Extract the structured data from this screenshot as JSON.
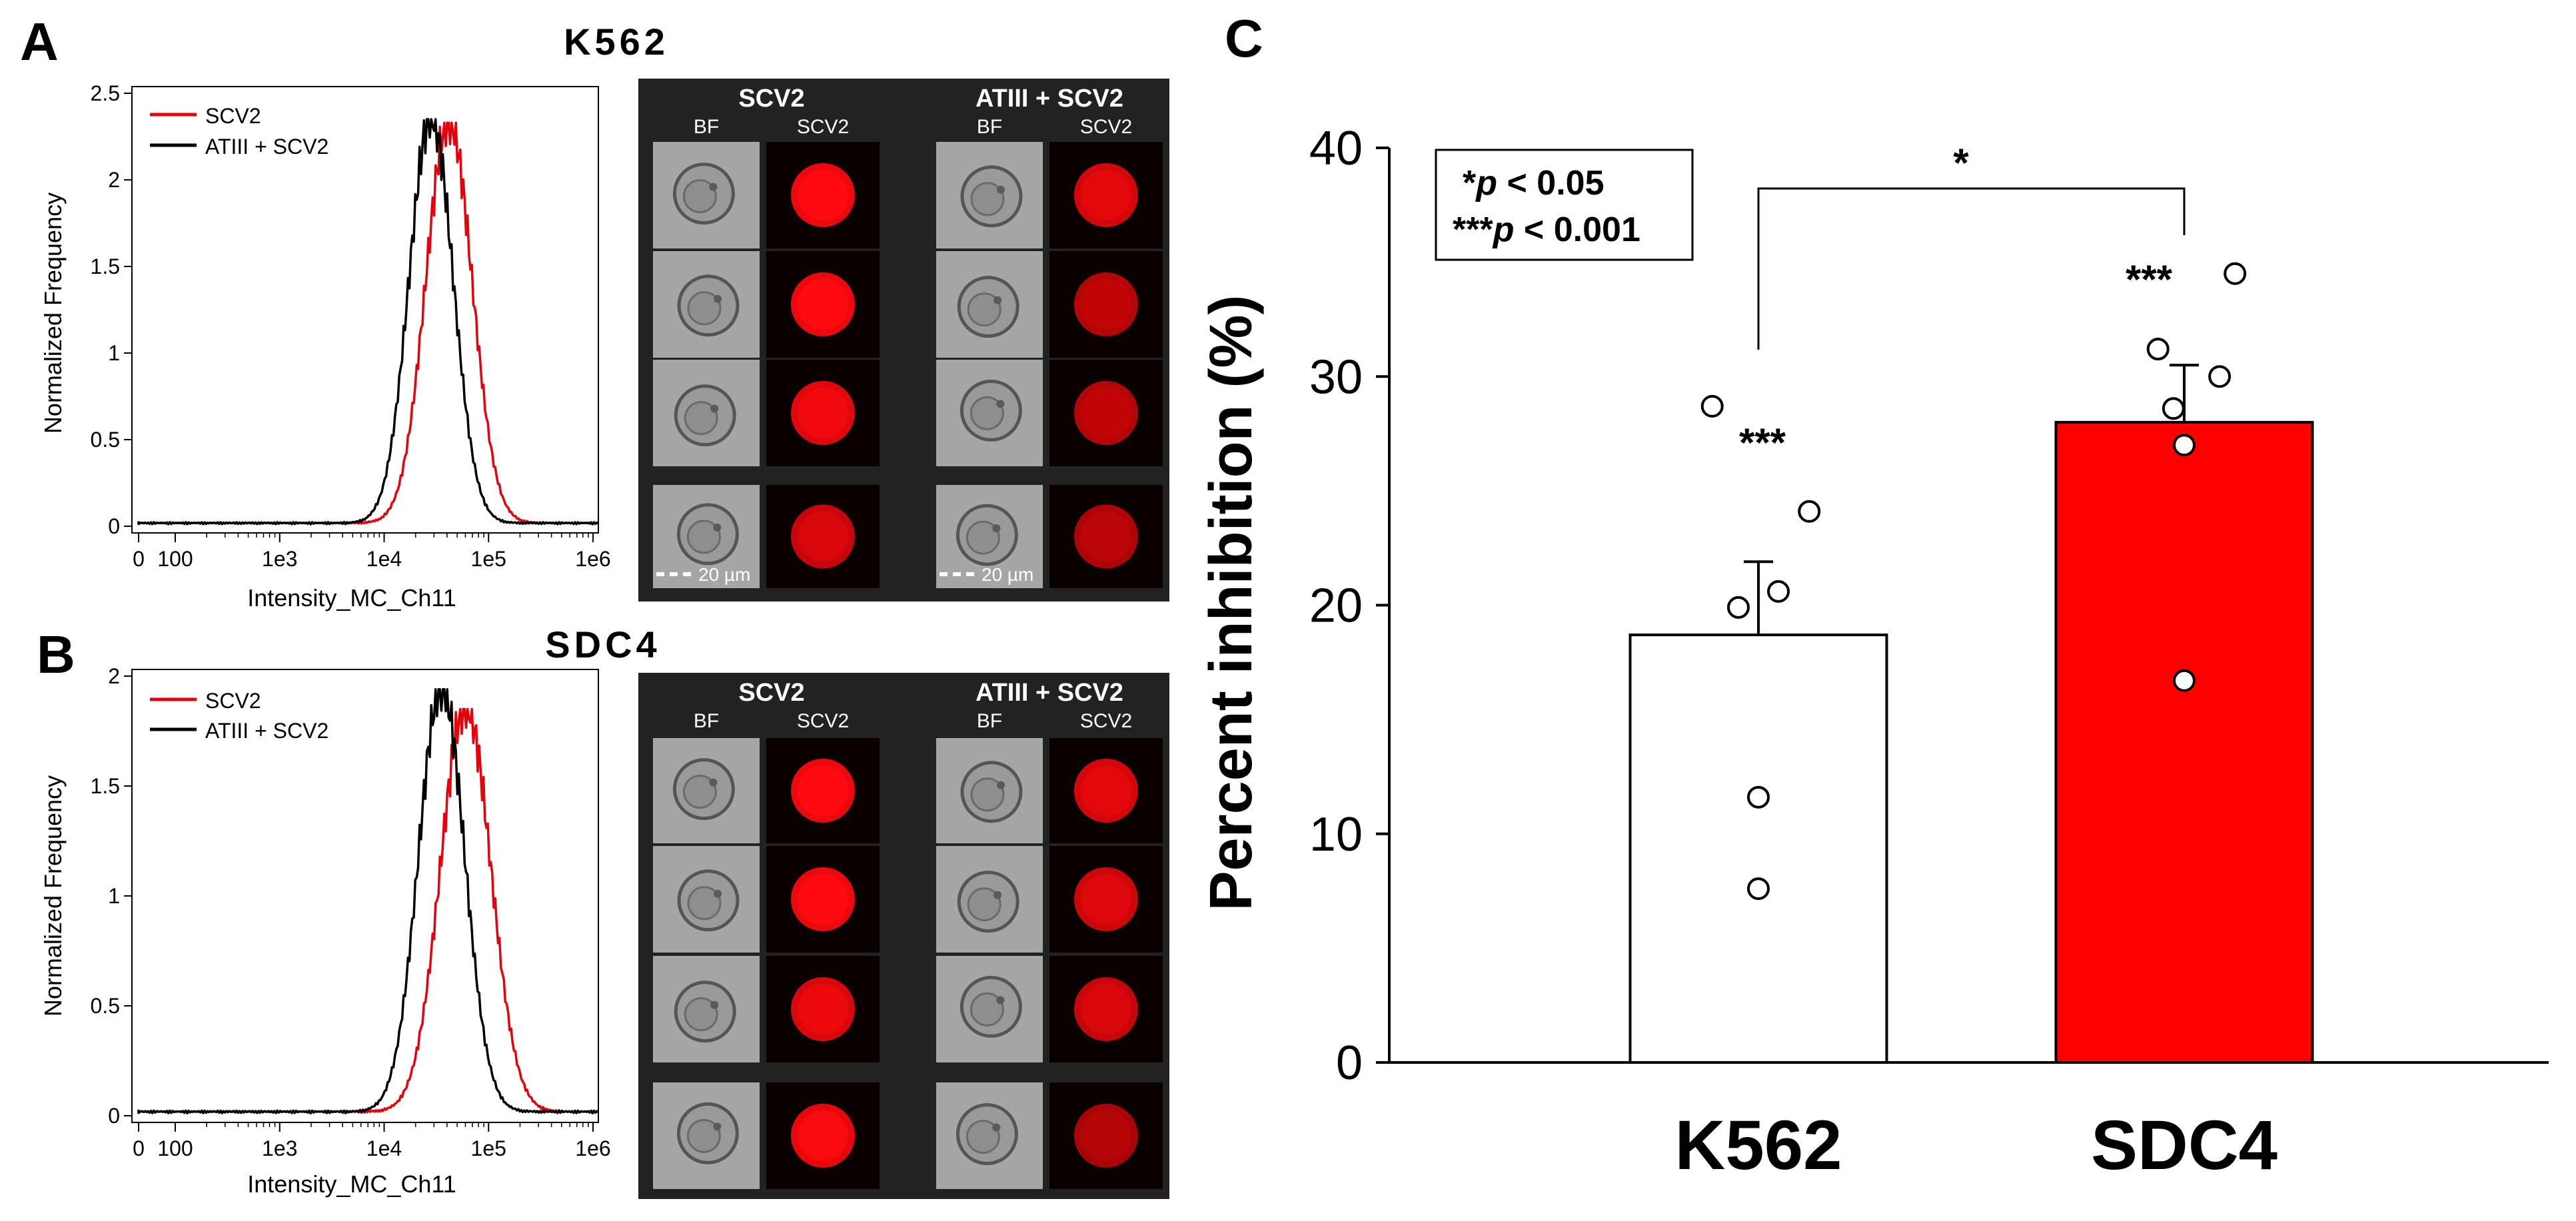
{
  "colors": {
    "red": "#e8000b",
    "black": "#000000",
    "bar_k562": "#ffffff",
    "bar_sdc4": "#ff0000",
    "gallery_bg": "#222222",
    "bf_cell_bg": "#a6a6a6",
    "fluor_bg": "#0a0000"
  },
  "panels": {
    "a_letter": "A",
    "b_letter": "B",
    "c_letter": "C",
    "a_title": "K562",
    "b_title": "SDC4"
  },
  "histograms": [
    {
      "id": "A",
      "ylabel": "Normalized Frequency",
      "xlabel": "Intensity_MC_Ch11",
      "yticks": [
        "0",
        "0.5",
        "1",
        "1.5",
        "2",
        "2.5"
      ],
      "ylim": [
        0,
        2.5
      ],
      "xticks": [
        "0",
        "100",
        "1e3",
        "1e4",
        "1e5",
        "1e6"
      ],
      "x_scale": "log (0 to 1e6)",
      "legend": [
        "SCV2",
        "ATIII + SCV2"
      ],
      "series": [
        {
          "name": "SCV2",
          "color": "#e8000b",
          "peak_log10_x": 4.62,
          "peak_y": 2.33,
          "spread_log10": 0.22
        },
        {
          "name": "ATIII + SCV2",
          "color": "#000000",
          "peak_log10_x": 4.45,
          "peak_y": 2.35,
          "spread_log10": 0.21
        }
      ]
    },
    {
      "id": "B",
      "ylabel": "Normalized Frequency",
      "xlabel": "Intensity_MC_Ch11",
      "yticks": [
        "0",
        "0.5",
        "1",
        "1.5",
        "2"
      ],
      "ylim": [
        0,
        2
      ],
      "xticks": [
        "0",
        "100",
        "1e3",
        "1e4",
        "1e5",
        "1e6"
      ],
      "x_scale": "log (0 to 1e6)",
      "legend": [
        "SCV2",
        "ATIII + SCV2"
      ],
      "series": [
        {
          "name": "SCV2",
          "color": "#e8000b",
          "peak_log10_x": 4.78,
          "peak_y": 1.85,
          "spread_log10": 0.24
        },
        {
          "name": "ATIII + SCV2",
          "color": "#000000",
          "peak_log10_x": 4.55,
          "peak_y": 1.94,
          "spread_log10": 0.22
        }
      ]
    }
  ],
  "galleries": [
    {
      "id": "A",
      "group1_title": "SCV2",
      "group2_title": "ATIII + SCV2",
      "col_bf": "BF",
      "col_scv2": "SCV2",
      "scale": "20 µm",
      "fluor_g1": [
        1.0,
        1.0,
        0.9,
        0.7
      ],
      "fluor_g2": [
        0.8,
        0.55,
        0.55,
        0.5
      ]
    },
    {
      "id": "B",
      "group1_title": "SCV2",
      "group2_title": "ATIII + SCV2",
      "col_bf": "BF",
      "col_scv2": "SCV2",
      "scale": "",
      "fluor_g1": [
        1.0,
        1.0,
        0.85,
        0.95
      ],
      "fluor_g2": [
        0.8,
        0.75,
        0.7,
        0.45
      ]
    }
  ],
  "chart_data": {
    "type": "bar",
    "title": "",
    "ylabel": "Percent inhibition (%)",
    "xlabel": "",
    "ylim": [
      0,
      40
    ],
    "yticks": [
      "0",
      "10",
      "20",
      "30",
      "40"
    ],
    "categories": [
      "K562",
      "SDC4"
    ],
    "values": [
      18.7,
      28.0
    ],
    "errors": [
      3.2,
      2.5
    ],
    "bar_colors": [
      "#ffffff",
      "#ff0000"
    ],
    "points": [
      [
        28.7,
        24.1,
        20.6,
        19.9,
        11.6,
        7.6
      ],
      [
        34.5,
        31.2,
        30.0,
        28.6,
        27.0,
        16.7
      ]
    ],
    "point_offsets": [
      [
        -0.3,
        0.33,
        0.13,
        -0.13,
        0.0,
        0.0
      ],
      [
        0.33,
        -0.17,
        0.23,
        -0.07,
        0.0,
        0.0
      ]
    ],
    "significance_labels": [
      "***",
      "***"
    ],
    "comparison_label": "*",
    "stats_box": [
      {
        "stars": "*",
        "p": "p",
        "text": " < 0.05"
      },
      {
        "stars": "***",
        "p": "p",
        "text": " < 0.001"
      }
    ]
  }
}
